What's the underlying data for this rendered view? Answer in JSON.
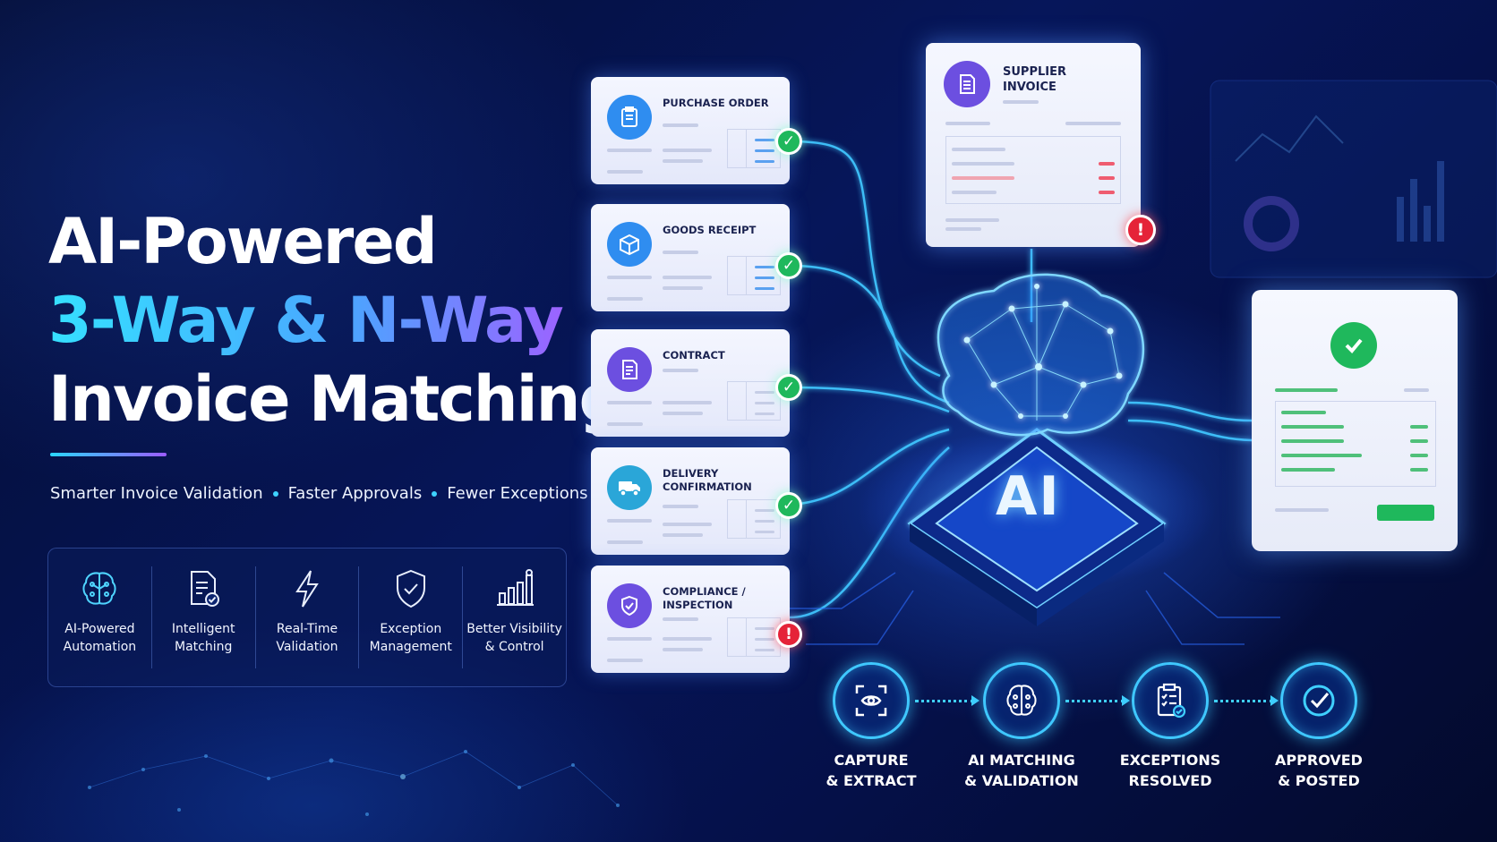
{
  "headline": {
    "line1": "AI-Powered",
    "line2": "3-Way & N-Way",
    "line3": "Invoice Matching"
  },
  "tagline": {
    "items": [
      "Smarter Invoice Validation",
      "Faster Approvals",
      "Fewer Exceptions"
    ]
  },
  "features": [
    {
      "label": "AI-Powered\nAutomation",
      "icon": "brain-icon"
    },
    {
      "label": "Intelligent\nMatching",
      "icon": "document-check-icon"
    },
    {
      "label": "Real-Time\nValidation",
      "icon": "lightning-icon"
    },
    {
      "label": "Exception\nManagement",
      "icon": "shield-check-icon"
    },
    {
      "label": "Better Visibility\n& Control",
      "icon": "bar-chart-icon"
    }
  ],
  "documents": [
    {
      "title": "PURCHASE ORDER",
      "icon": "clipboard-icon",
      "status": "ok",
      "color": "#2f8df0"
    },
    {
      "title": "GOODS RECEIPT",
      "icon": "box-icon",
      "status": "ok",
      "color": "#2f8df0"
    },
    {
      "title": "CONTRACT",
      "icon": "contract-icon",
      "status": "ok",
      "color": "#6c4fe0"
    },
    {
      "title": "DELIVERY\nCONFIRMATION",
      "icon": "truck-icon",
      "status": "ok",
      "color": "#2aa6d8"
    },
    {
      "title": "COMPLIANCE /\nINSPECTION",
      "icon": "shield-icon",
      "status": "error",
      "color": "#6c4fe0"
    }
  ],
  "supplier_invoice": {
    "title": "SUPPLIER\nINVOICE",
    "icon": "invoice-icon",
    "status": "error"
  },
  "ai_hub": {
    "label": "AI",
    "icon": "brain-network-icon"
  },
  "approved_document": {
    "status": "ok",
    "icon": "check-circle-icon"
  },
  "process_steps": [
    {
      "label": "CAPTURE\n& EXTRACT",
      "icon": "scan-icon"
    },
    {
      "label": "AI MATCHING\n& VALIDATION",
      "icon": "brain-icon"
    },
    {
      "label": "EXCEPTIONS\nRESOLVED",
      "icon": "checklist-icon"
    },
    {
      "label": "APPROVED\n& POSTED",
      "icon": "check-circle-icon"
    }
  ],
  "colors": {
    "accent_cyan": "#35e0ff",
    "accent_purple": "#a45cff",
    "success_green": "#1fb85c",
    "error_red": "#e52338",
    "background": "#06165a"
  }
}
